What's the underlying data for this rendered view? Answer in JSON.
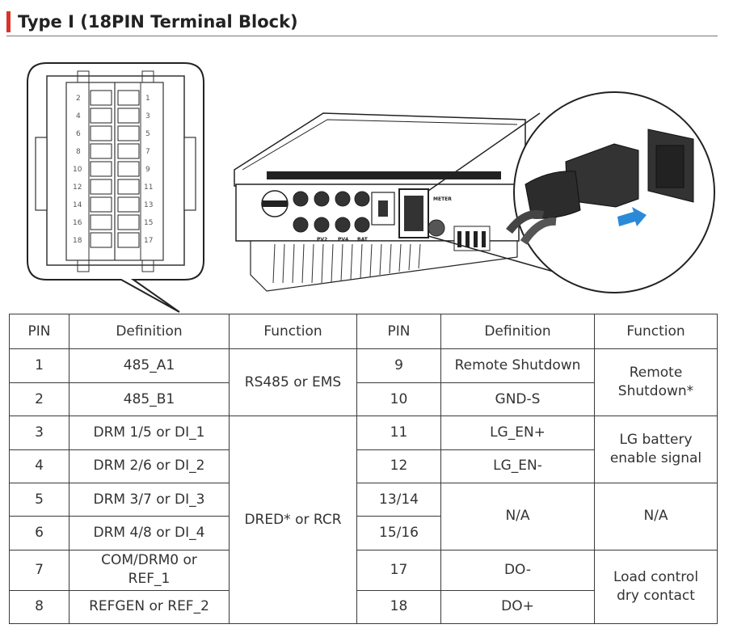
{
  "title": "Type I (18PIN Terminal Block)",
  "figure": {
    "block_left_numbers": [
      "2",
      "4",
      "6",
      "8",
      "10",
      "12",
      "14",
      "16",
      "18"
    ],
    "block_right_numbers": [
      "1",
      "3",
      "5",
      "7",
      "9",
      "11",
      "13",
      "15",
      "17"
    ],
    "port_labels": [
      "PV2",
      "PV4",
      "BAT",
      "METER"
    ]
  },
  "table": {
    "headers": [
      "PIN",
      "Definition",
      "Function",
      "PIN",
      "Definition",
      "Function"
    ],
    "left": [
      {
        "pin": "1",
        "definition": "485_A1"
      },
      {
        "pin": "2",
        "definition": "485_B1"
      },
      {
        "pin": "3",
        "definition": "DRM 1/5 or DI_1"
      },
      {
        "pin": "4",
        "definition": "DRM 2/6 or DI_2"
      },
      {
        "pin": "5",
        "definition": "DRM 3/7 or DI_3"
      },
      {
        "pin": "6",
        "definition": "DRM 4/8 or DI_4"
      },
      {
        "pin": "7",
        "definition_line1": "COM/DRM0 or",
        "definition_line2": "REF_1"
      },
      {
        "pin": "8",
        "definition": "REFGEN or REF_2"
      }
    ],
    "left_functions": [
      "RS485 or EMS",
      "DRED* or RCR"
    ],
    "right": [
      {
        "pin": "9",
        "definition": "Remote Shutdown"
      },
      {
        "pin": "10",
        "definition": "GND-S"
      },
      {
        "pin": "11",
        "definition": "LG_EN+"
      },
      {
        "pin": "12",
        "definition": "LG_EN-"
      },
      {
        "pin": "13/14",
        "definition": "N/A"
      },
      {
        "pin": "15/16"
      },
      {
        "pin": "17",
        "definition": "DO-"
      },
      {
        "pin": "18",
        "definition": "DO+"
      }
    ],
    "right_functions": [
      {
        "line1": "Remote",
        "line2": "Shutdown*"
      },
      {
        "line1": "LG battery",
        "line2": "enable signal"
      },
      {
        "line1": "N/A"
      },
      {
        "line1": "Load control",
        "line2": "dry contact"
      }
    ]
  }
}
